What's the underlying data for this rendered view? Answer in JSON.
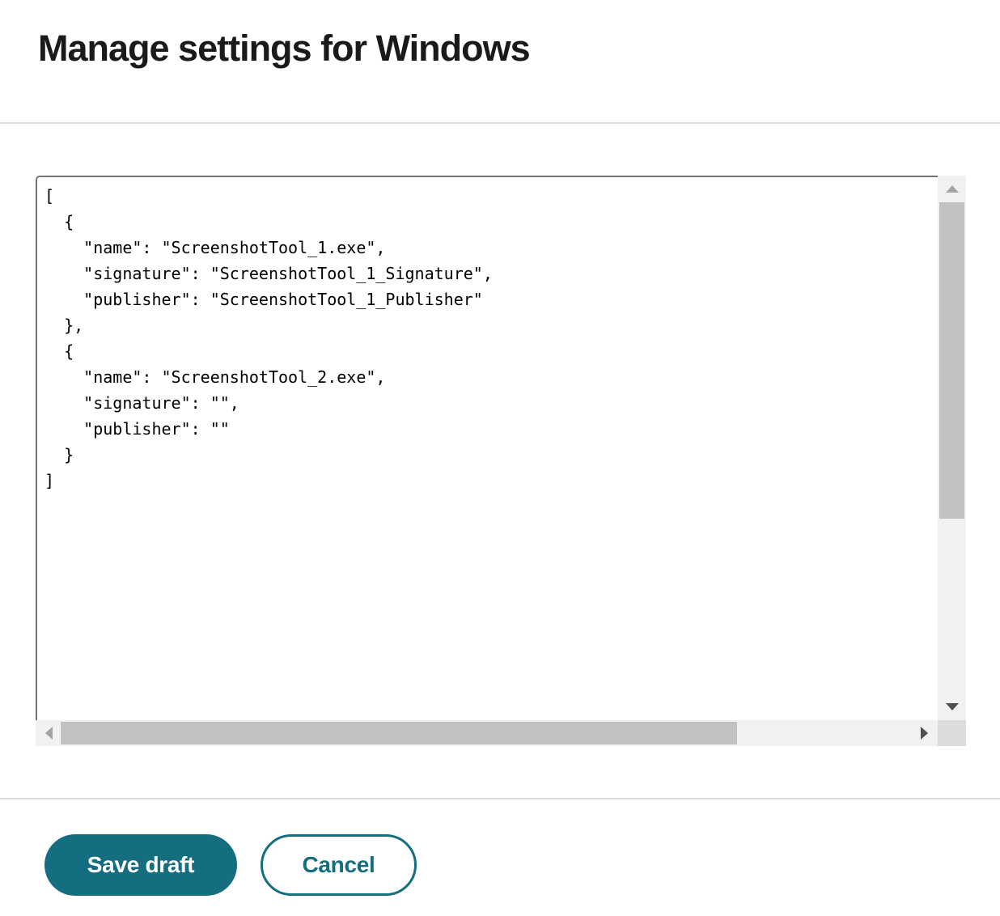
{
  "page": {
    "title": "Manage settings for Windows"
  },
  "editor": {
    "code": "[\n  {\n    \"name\": \"ScreenshotTool_1.exe\",\n    \"signature\": \"ScreenshotTool_1_Signature\",\n    \"publisher\": \"ScreenshotTool_1_Publisher\"\n  },\n  {\n    \"name\": \"ScreenshotTool_2.exe\",\n    \"signature\": \"\",\n    \"publisher\": \"\"\n  }\n]",
    "language": "json"
  },
  "scrollbars": {
    "vertical": {
      "up_icon": "triangle-up",
      "down_icon": "triangle-down",
      "up_state": "disabled",
      "down_state": "enabled"
    },
    "horizontal": {
      "left_icon": "triangle-left",
      "right_icon": "triangle-right",
      "left_state": "disabled",
      "right_state": "enabled"
    }
  },
  "footer": {
    "save_label": "Save draft",
    "cancel_label": "Cancel"
  },
  "colors": {
    "accent_teal": "#146e80",
    "title_text": "#1a1a1a",
    "code_text": "#000000",
    "editor_border": "#757575",
    "divider": "#dcdcdc",
    "scrollbar_track": "#f1f1f1",
    "scrollbar_thumb": "#c1c1c1",
    "scrollbar_corner": "#dcdcdc",
    "arrow_active": "#4f4f4f",
    "arrow_disabled": "#a3a3a3"
  }
}
